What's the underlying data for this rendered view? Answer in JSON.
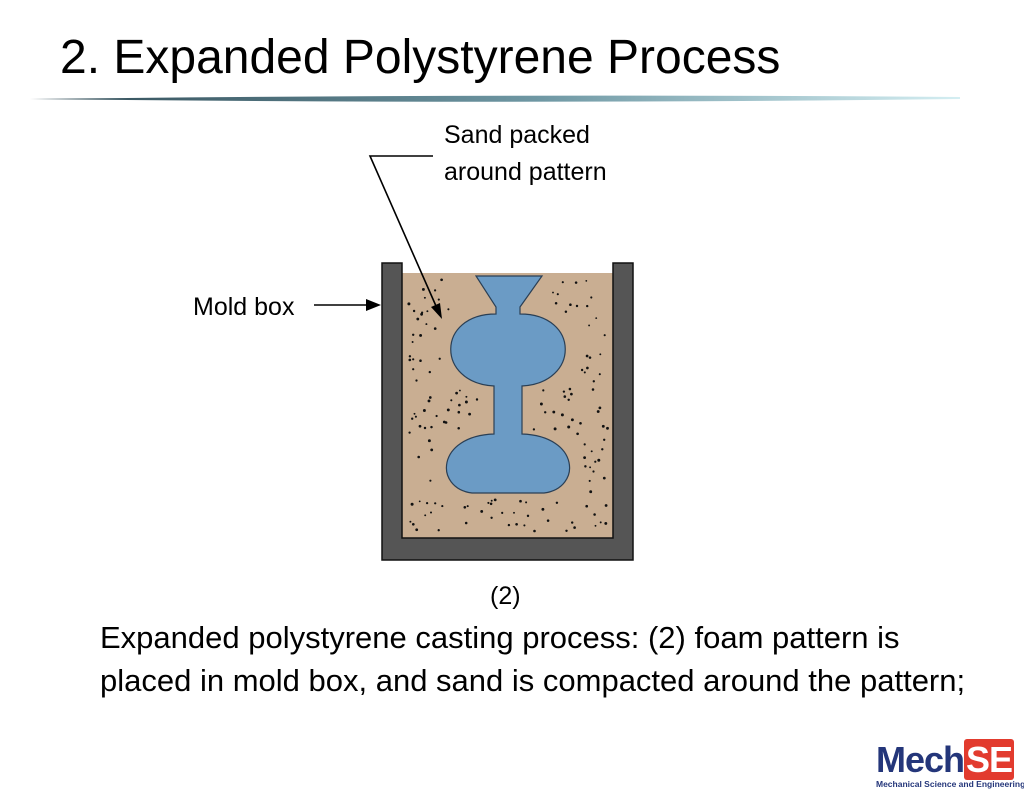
{
  "slide": {
    "title": "2. Expanded Polystyrene Process",
    "caption": "Expanded polystyrene casting process: (2) foam pattern is placed in mold box, and sand is compacted around the pattern;"
  },
  "diagram": {
    "label_sand_line1": "Sand packed",
    "label_sand_line2": "around pattern",
    "label_mold_box": "Mold box",
    "step_label": "(2)"
  },
  "logo": {
    "mech": "Mech",
    "se": "SE",
    "subtitle": "Mechanical Science and Engineering"
  },
  "colors": {
    "mold_box": "#555555",
    "sand": "#c9ae92",
    "foam_pattern": "#6b9bc5",
    "title_rule": "#3c5a66",
    "logo_blue": "#24367a",
    "logo_red": "#e23b2e"
  }
}
